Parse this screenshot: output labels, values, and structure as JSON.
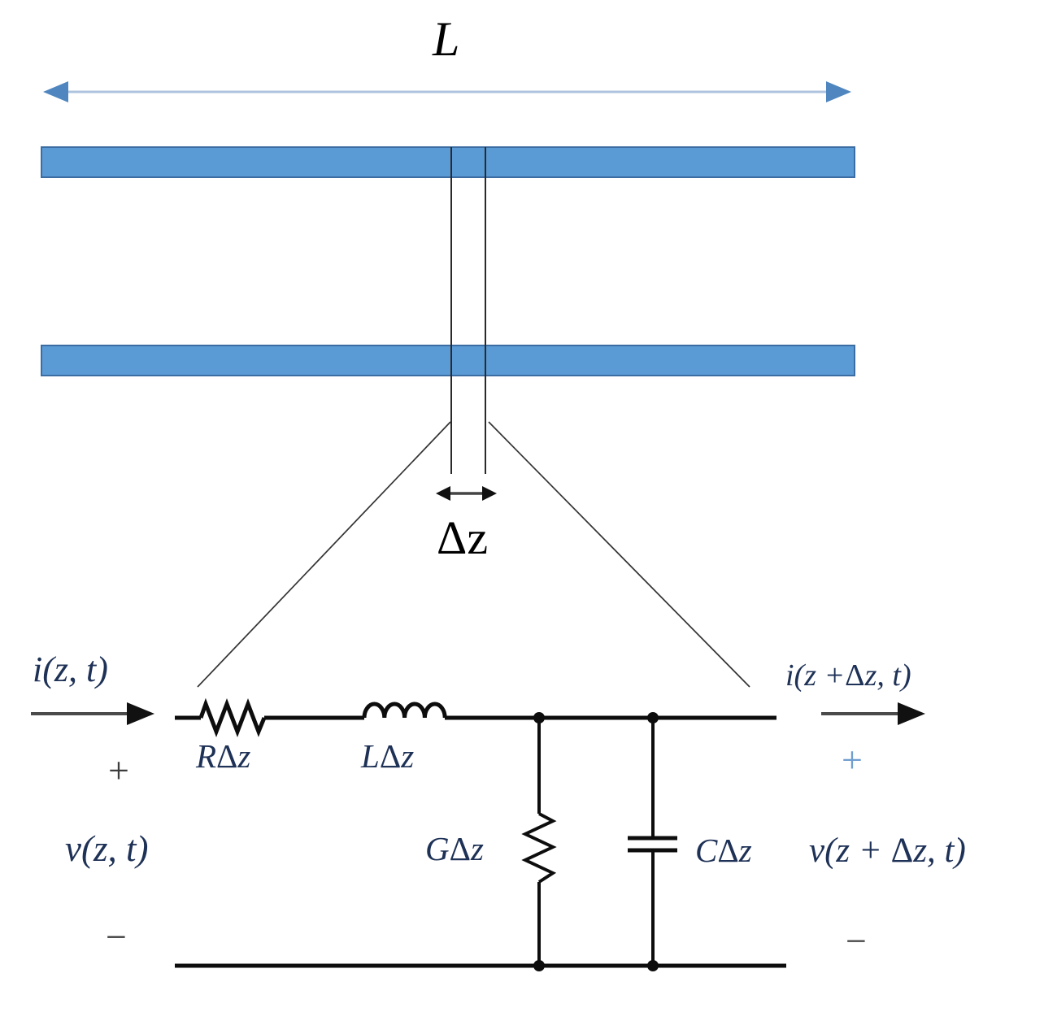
{
  "figure": {
    "length_label": "L",
    "segment_label": "Δz",
    "left_port": {
      "current": "i(z, t)",
      "plus": "+",
      "voltage": "v(z, t)",
      "minus": "−"
    },
    "right_port": {
      "current": "i(z +Δz, t)",
      "plus": "+",
      "voltage": "v(z + Δz, t)",
      "minus": "−"
    },
    "components": {
      "series_resistor": "RΔz",
      "series_inductor": "LΔz",
      "shunt_conductor": "GΔz",
      "shunt_capacitor": "CΔz"
    },
    "colors": {
      "bar_fill": "#5b9bd5",
      "bar_border": "#3c6da2",
      "dim_arrow_shaft": "#aec3de",
      "dim_arrow_head": "#4f86c0",
      "wire": "#0d0d0d",
      "math_label": "#1e3156",
      "plus_right": "#6f9ecf"
    }
  }
}
